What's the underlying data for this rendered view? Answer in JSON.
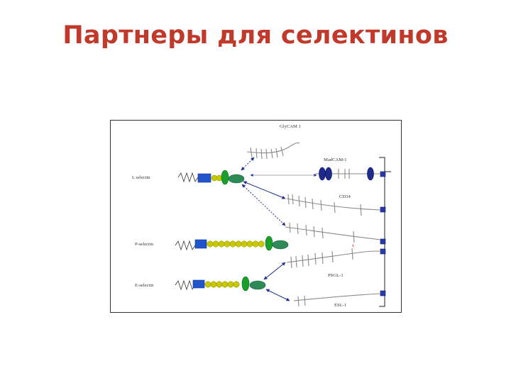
{
  "slide": {
    "title": "Партнеры для селектинов"
  },
  "diagram": {
    "selectins": {
      "l": "L selectin",
      "p": "P-selectin",
      "e": "E-selectin"
    },
    "ligands": {
      "glycam": "GlyCAM 1",
      "madcam": "MadCAM-1",
      "cd34": "CD34",
      "psgl": "PSGL-1",
      "esl": "ESL-1"
    },
    "colors": {
      "title": "#c0392b",
      "scr_yellow": "#c8c800",
      "egf_blue": "#2255cc",
      "lectin_green": "#1aa02a",
      "lectin_teal": "#2e8b57",
      "arrow_navy": "#1f2f8f",
      "domain_navy": "#1e2a8c",
      "ligand_gray": "#8a8a8a"
    }
  }
}
